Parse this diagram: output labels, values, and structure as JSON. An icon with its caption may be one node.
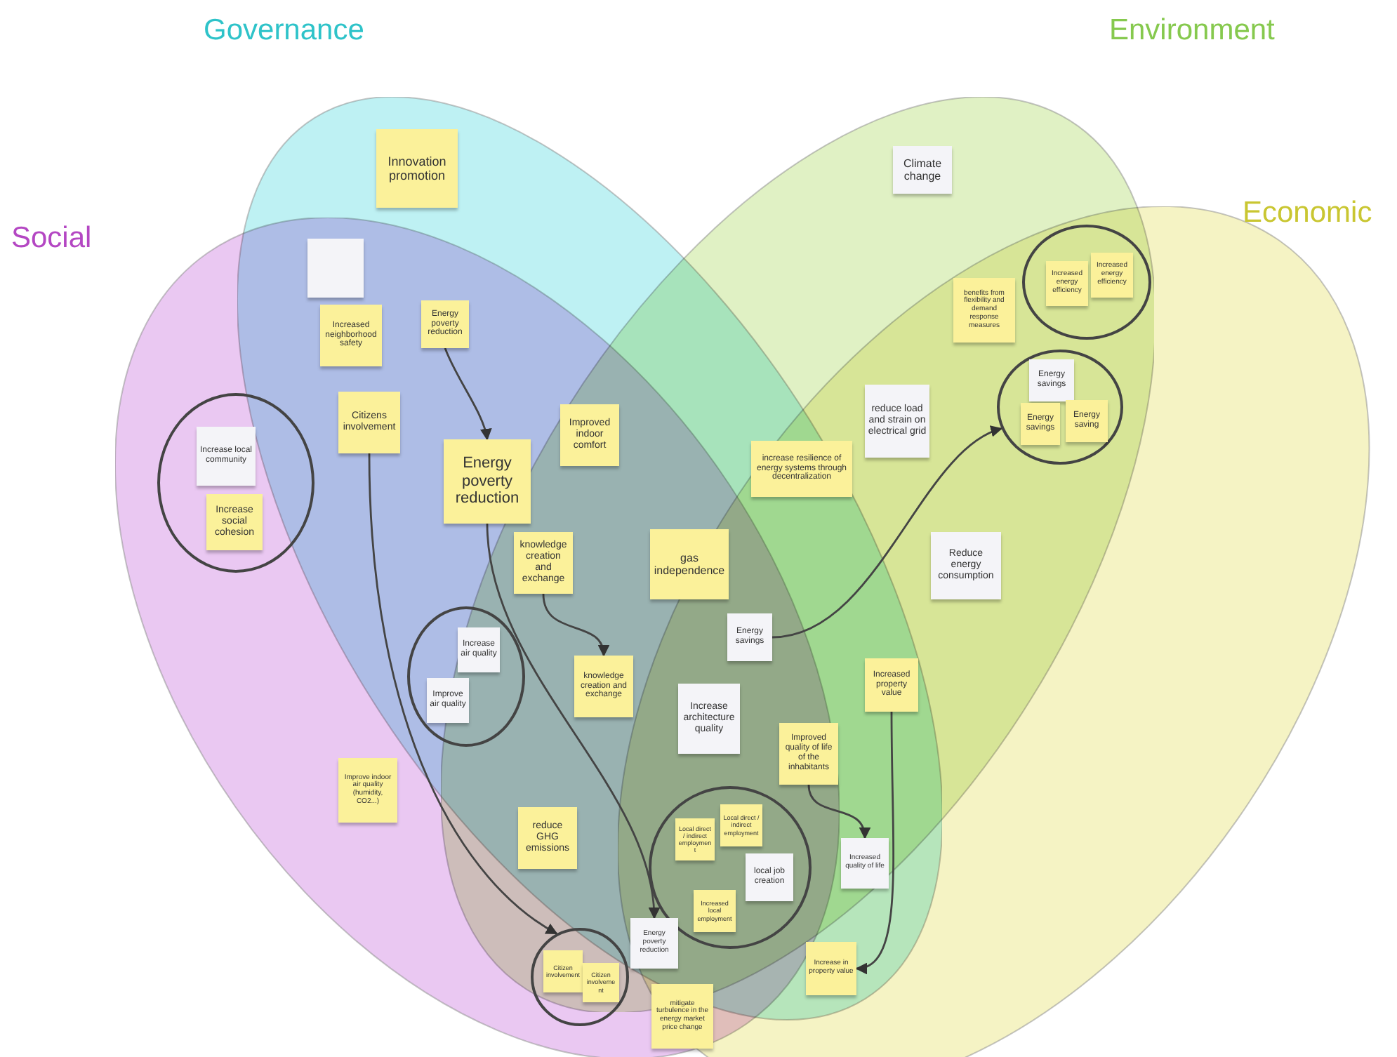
{
  "diagram": {
    "nodes": [
      {
        "text": [
          "Innovation promotion"
        ]
      },
      {
        "text": [
          "Climate change"
        ]
      },
      {
        "text": [],
        "shape": "box"
      },
      {
        "text": [
          "Increased neighborhood safety"
        ]
      },
      {
        "text": [
          "Energy poverty reduction"
        ]
      },
      {
        "text": [],
        "shape": "circle"
      },
      {
        "text": [
          "Increased energy efficiency"
        ],
        "in": 5
      },
      {
        "text": [
          "Increased energy efficiency"
        ],
        "in": 5
      },
      {
        "text": [
          "benefits from flexibility and demand response measures"
        ]
      },
      {
        "text": [],
        "shape": "circle"
      },
      {
        "text": [
          "Energy savings"
        ],
        "in": 9
      },
      {
        "text": [
          "Energy savings"
        ],
        "in": 9
      },
      {
        "text": [
          "Energy saving"
        ],
        "in": 9
      },
      {
        "text": [
          "Citizens involvement"
        ]
      },
      {
        "text": [
          "Improved indoor comfort"
        ]
      },
      {
        "text": [
          "reduce load and strain on electrical grid"
        ]
      },
      {
        "text": [],
        "shape": "circle"
      },
      {
        "text": [
          "Increase local community"
        ],
        "in": 16
      },
      {
        "text": [
          "Increase social cohesion"
        ],
        "in": 16
      },
      {
        "text": [
          "Energy poverty reduction"
        ]
      },
      {
        "text": [
          "increase resilience of energy systems through decentralization"
        ]
      },
      {
        "text": [
          "knowledge creation and exchange"
        ]
      },
      {
        "text": [
          "gas independence"
        ]
      },
      {
        "text": [
          "Reduce energy consumption"
        ]
      },
      {
        "text": [
          "Energy savings"
        ]
      },
      {
        "text": [],
        "shape": "circle"
      },
      {
        "text": [
          "Increase air quality"
        ],
        "in": 25
      },
      {
        "text": [
          "Improve air quality"
        ],
        "in": 25
      },
      {
        "text": [
          "knowledge creation and exchange"
        ]
      },
      {
        "text": [
          "Increase architecture quality"
        ]
      },
      {
        "text": [
          "Increased property value"
        ]
      },
      {
        "text": [
          "Improved quality of life of the inhabitants"
        ]
      },
      {
        "text": [
          "Improve indoor air quality (humidity, CO2...)"
        ]
      },
      {
        "text": [
          "reduce GHG emissions"
        ]
      },
      {
        "text": [],
        "shape": "circle"
      },
      {
        "text": [
          "Local direct / indirect employment"
        ],
        "in": 34
      },
      {
        "text": [
          "Local direct / indirect employment"
        ],
        "in": 34
      },
      {
        "text": [
          "local job creation"
        ],
        "in": 34
      },
      {
        "text": [
          "Increased local employment"
        ],
        "in": 34
      },
      {
        "text": [
          "Increased quality of life"
        ]
      },
      {
        "text": [],
        "shape": "circle"
      },
      {
        "text": [
          "Citizen involvement"
        ],
        "in": 40
      },
      {
        "text": [
          "Citizen involvement"
        ],
        "in": 40
      },
      {
        "text": [
          "Energy poverty reduction"
        ]
      },
      {
        "text": [
          "Increase in property value"
        ]
      },
      {
        "text": [
          "mitigate turbulence in the energy market price change"
        ]
      }
    ],
    "edges": [
      {
        "from": 4,
        "to": 19,
        "arrow": "to"
      },
      {
        "from": 13,
        "to": 40,
        "arrow": "to"
      },
      {
        "from": 19,
        "to": 43,
        "arrow": "to"
      },
      {
        "from": 21,
        "to": 28,
        "arrow": "to"
      },
      {
        "from": 24,
        "to": 9,
        "arrow": "to"
      },
      {
        "from": 31,
        "to": 39,
        "arrow": "to"
      },
      {
        "from": 30,
        "to": 44,
        "arrow": "to"
      }
    ],
    "labels": [
      "Governance",
      "Environment",
      "Social",
      "Economic"
    ]
  }
}
